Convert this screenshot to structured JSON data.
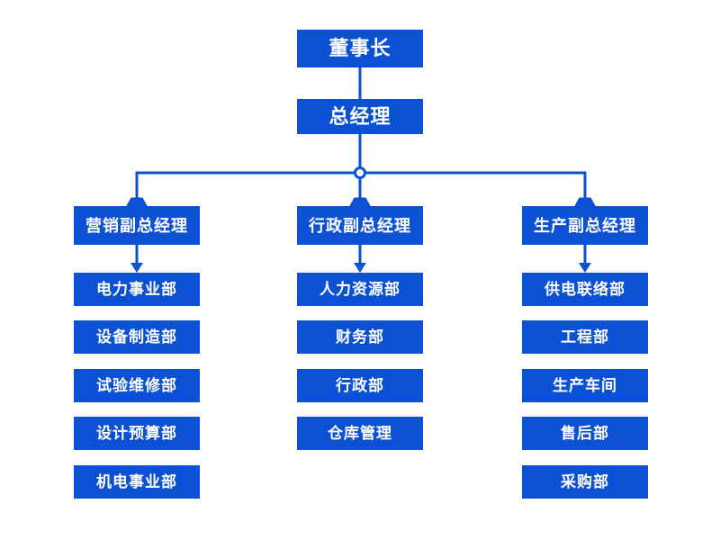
{
  "chart": {
    "type": "org-tree",
    "root": {
      "label": "董事长"
    },
    "second": {
      "label": "总经理"
    },
    "branches": [
      {
        "label": "营销副总经理",
        "departments": [
          "电力事业部",
          "设备制造部",
          "试验维修部",
          "设计预算部",
          "机电事业部"
        ]
      },
      {
        "label": "行政副总经理",
        "departments": [
          "人力资源部",
          "财务部",
          "行政部",
          "仓库管理"
        ]
      },
      {
        "label": "生产副总经理",
        "departments": [
          "供电联络部",
          "工程部",
          "生产车间",
          "售后部",
          "采购部"
        ]
      }
    ]
  },
  "colors": {
    "node_fill": "#0C51D3",
    "node_text": "#FFFFFF",
    "connector": "#0C51D3",
    "background": "#FFFFFF"
  }
}
